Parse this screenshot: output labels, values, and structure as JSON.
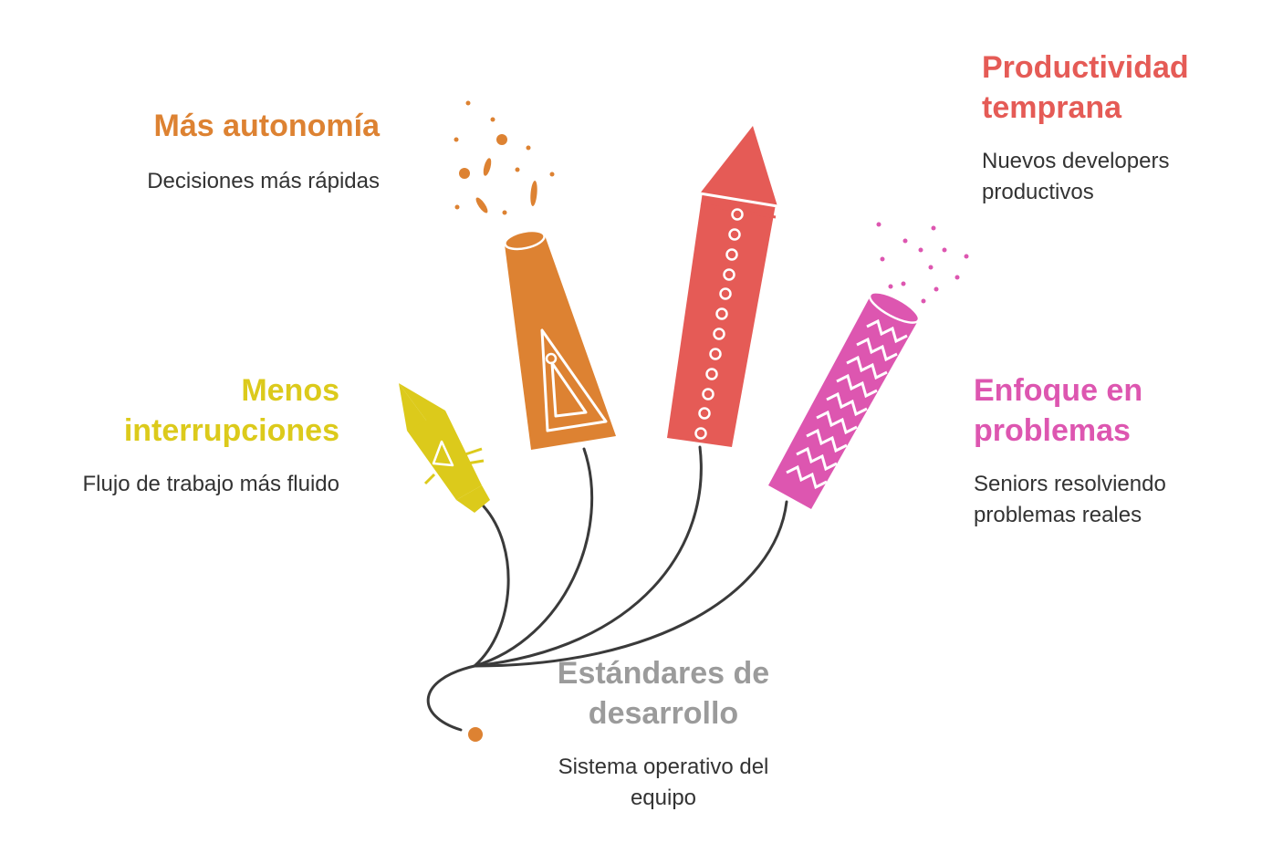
{
  "colors": {
    "orange": "#DD8232",
    "red": "#E55B56",
    "yellow": "#DCCA1B",
    "pink": "#DD56B0",
    "gray_title": "#9B9B9B",
    "fuse": "#3A3A3A"
  },
  "items": {
    "autonomia": {
      "title": "Más autonomía",
      "description": "Decisiones más rápidas",
      "color": "#DD8232"
    },
    "productividad": {
      "title_line1": "Productividad",
      "title_line2": "temprana",
      "description_line1": "Nuevos developers",
      "description_line2": "productivos",
      "color": "#E55B56"
    },
    "interrupciones": {
      "title_line1": "Menos",
      "title_line2": "interrupciones",
      "description": "Flujo de trabajo más fluido",
      "color": "#DCCA1B"
    },
    "enfoque": {
      "title_line1": "Enfoque en",
      "title_line2": "problemas",
      "description_line1": "Seniors resolviendo",
      "description_line2": "problemas reales",
      "color": "#DD56B0"
    },
    "estandares": {
      "title_line1": "Estándares de",
      "title_line2": "desarrollo",
      "description_line1": "Sistema operativo del",
      "description_line2": "equipo",
      "color": "#9B9B9B"
    }
  }
}
